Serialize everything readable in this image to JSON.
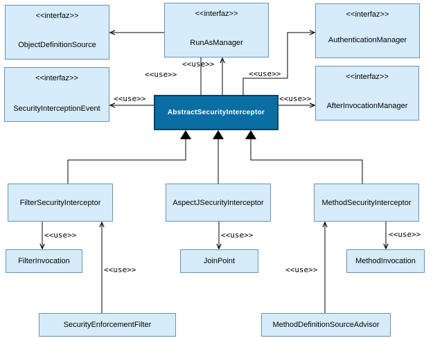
{
  "stereotype": "<<interfaz>>",
  "use_label": "<<use>>",
  "center": "AbstractSecurityInterceptor",
  "interfaces": {
    "object_definition_source": "ObjectDefinitionSource",
    "run_as_manager": "RunAsManager",
    "authentication_manager": "AuthenticationManager",
    "security_interception_event": "SecurityInterceptionEvent",
    "after_invocation_manager": "AfterInvocationManager"
  },
  "subclasses": {
    "filter_security_interceptor": "FilterSecurityInterceptor",
    "aspectj_security_interceptor": "AspectJSecurityInterceptor",
    "method_security_interceptor": "MethodSecurityInterceptor"
  },
  "used": {
    "filter_invocation": "FilterInvocation",
    "join_point": "JoinPoint",
    "method_invocation": "MethodInvocation",
    "security_enforcement_filter": "SecurityEnforcementFilter",
    "method_definition_source_advisor": "MethodDefinitionSourceAdvisor"
  }
}
